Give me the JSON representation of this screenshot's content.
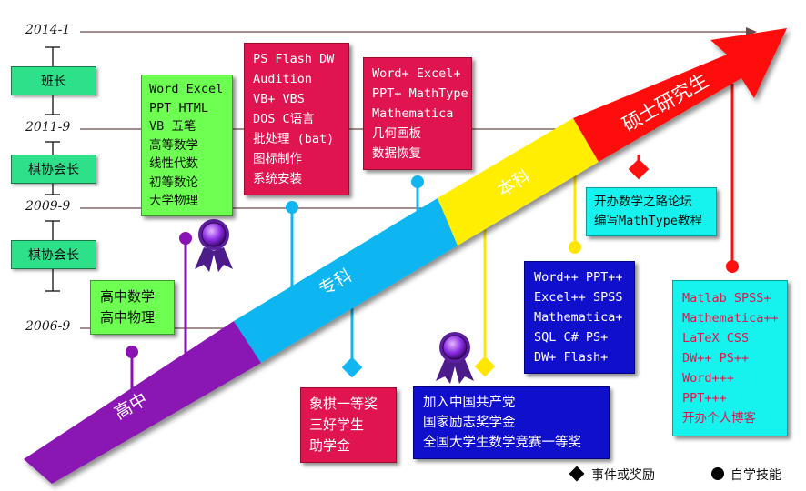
{
  "timeline": {
    "dates": [
      "2014-1",
      "2011-9",
      "2009-9",
      "2006-9"
    ]
  },
  "roles": [
    "班长",
    "棋协会长",
    "棋协会长"
  ],
  "stages": [
    "高中",
    "专科",
    "本科",
    "硕士研究生"
  ],
  "boxes": {
    "highschool_awards": [
      "高中数学",
      "高中物理"
    ],
    "college_skills_1": [
      "Word Excel",
      "PPT HTML",
      "VB 五笔",
      "高等数学",
      "线性代数",
      "初等数论",
      "大学物理"
    ],
    "college_skills_2": [
      "PS Flash DW",
      "Audition",
      "VB+ VBS",
      "DOS C语言",
      "批处理 (bat)",
      "图标制作",
      "系统安装"
    ],
    "college_skills_3": [
      "Word+ Excel+",
      "PPT+ MathType",
      "Mathematica",
      "几何画板",
      "数据恢复"
    ],
    "college_awards": [
      "象棋一等奖",
      "三好学生",
      "助学金"
    ],
    "undergrad_awards": [
      "加入中国共产党",
      "国家励志奖学金",
      "全国大学生数学竞赛一等奖"
    ],
    "undergrad_skills": [
      "Word++ PPT++",
      "Excel++ SPSS",
      "Mathematica+",
      "SQL C# PS+",
      "DW+ Flash+"
    ],
    "grad_events": [
      "开办数学之路论坛",
      "编写MathType教程"
    ],
    "grad_skills": [
      "Matlab SPSS+",
      "Mathematica++",
      "LaTeX CSS",
      "DW++ PS++",
      "Word+++",
      "PPT+++",
      "开办个人博客"
    ]
  },
  "legend": {
    "event_label": "事件或奖励",
    "skill_label": "自学技能"
  },
  "colors": {
    "purple": "#8a12b3",
    "blue": "#11b6f0",
    "yellow": "#ffee00",
    "red": "#ff1010",
    "green_box": "#6dff52",
    "crimson_box": "#e0144f",
    "navy_box": "#1010cc",
    "cyan_box": "#16f3ee",
    "role": "#2ee08a"
  }
}
